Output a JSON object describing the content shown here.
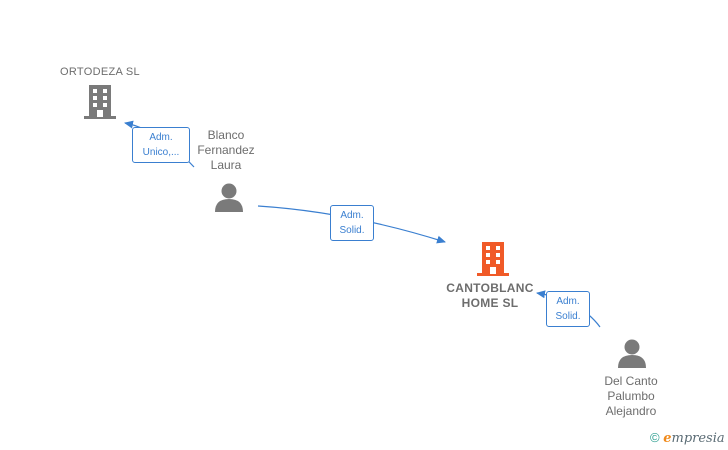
{
  "nodes": {
    "ortodeza": {
      "label": "ORTODEZA SL",
      "kind": "company",
      "color": "#7a7a7a"
    },
    "blanco": {
      "label": "Blanco\nFernandez\nLaura",
      "kind": "person",
      "color": "#7a7a7a"
    },
    "cantoblanc": {
      "label": "CANTOBLANC\nHOME  SL",
      "kind": "company",
      "color": "#f05a28"
    },
    "delcanto": {
      "label": "Del Canto\nPalumbo\nAlejandro",
      "kind": "person",
      "color": "#7a7a7a"
    }
  },
  "edges": {
    "blanco_ortodeza": {
      "label": "Adm.\nUnico,..."
    },
    "blanco_cantoblanc": {
      "label": "Adm.\nSolid."
    },
    "delcanto_cantoblanc": {
      "label": "Adm.\nSolid."
    }
  },
  "footer": {
    "copyright": "©",
    "brand_first": "e",
    "brand_rest": "mpresia"
  },
  "colors": {
    "edge": "#3a7fd0",
    "company": "#7a7a7a",
    "focus_company": "#f05a28",
    "person": "#7a7a7a"
  }
}
